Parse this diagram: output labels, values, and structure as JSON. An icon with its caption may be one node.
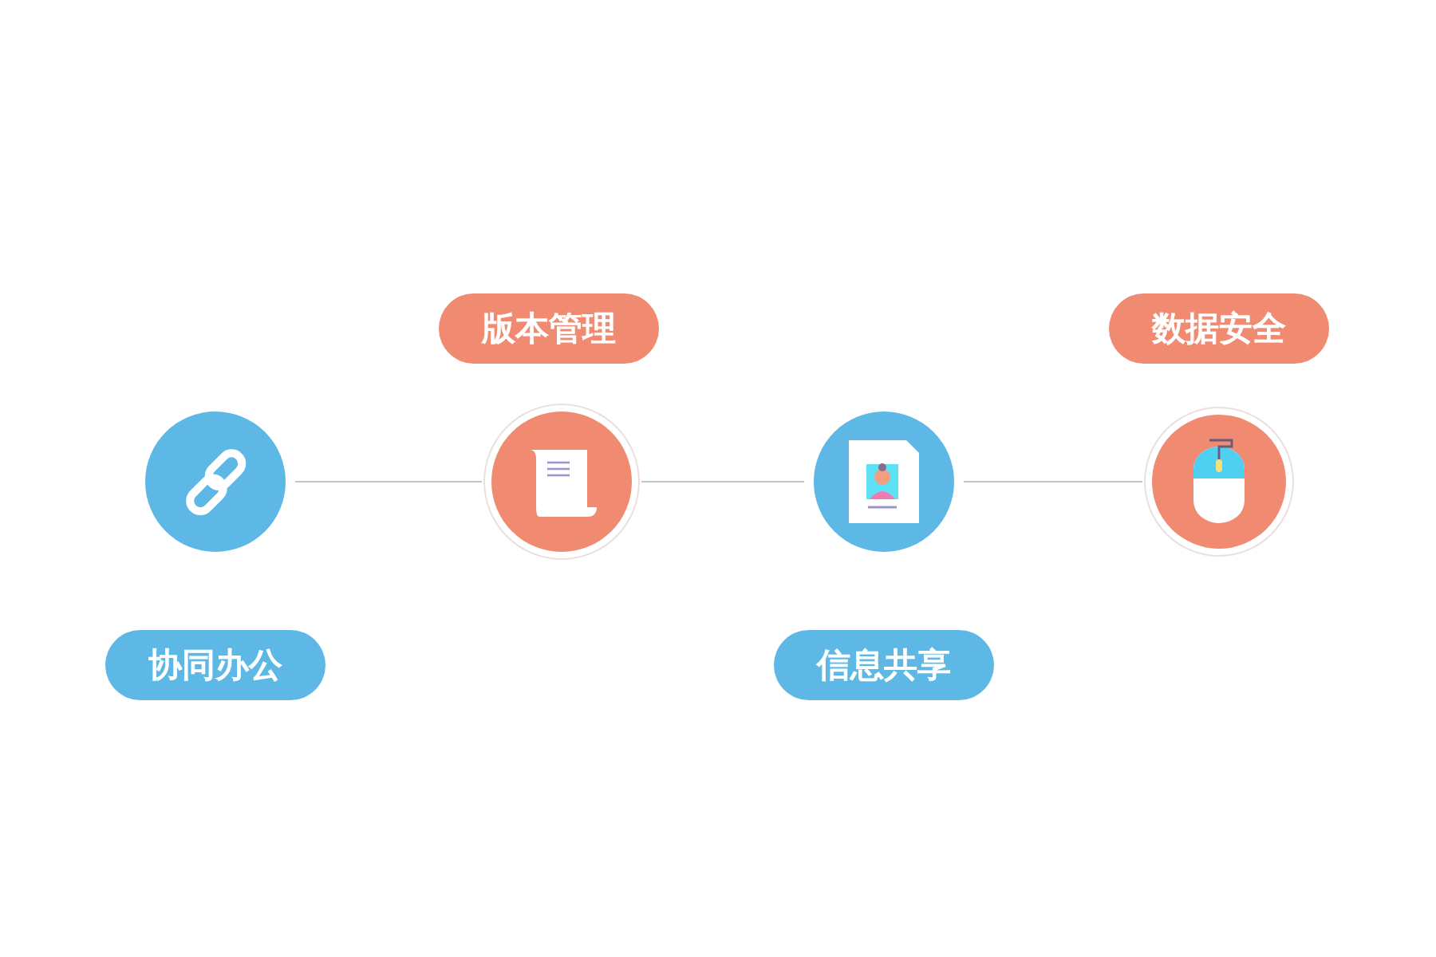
{
  "diagram": {
    "nodes": [
      {
        "text": [],
        "shape": "circle"
      },
      {
        "text": [],
        "shape": "circle"
      },
      {
        "text": [],
        "shape": "circle"
      },
      {
        "text": [],
        "shape": "circle"
      },
      {
        "text": [
          "版本管理"
        ]
      },
      {
        "text": [
          "数据安全"
        ]
      },
      {
        "text": [
          "协同办公"
        ]
      },
      {
        "text": [
          "信息共享"
        ]
      }
    ],
    "edges": [
      {
        "from": 0,
        "to": 1,
        "arrow": "none"
      },
      {
        "from": 1,
        "to": 2,
        "arrow": "none"
      },
      {
        "from": 2,
        "to": 3,
        "arrow": "none"
      }
    ]
  }
}
